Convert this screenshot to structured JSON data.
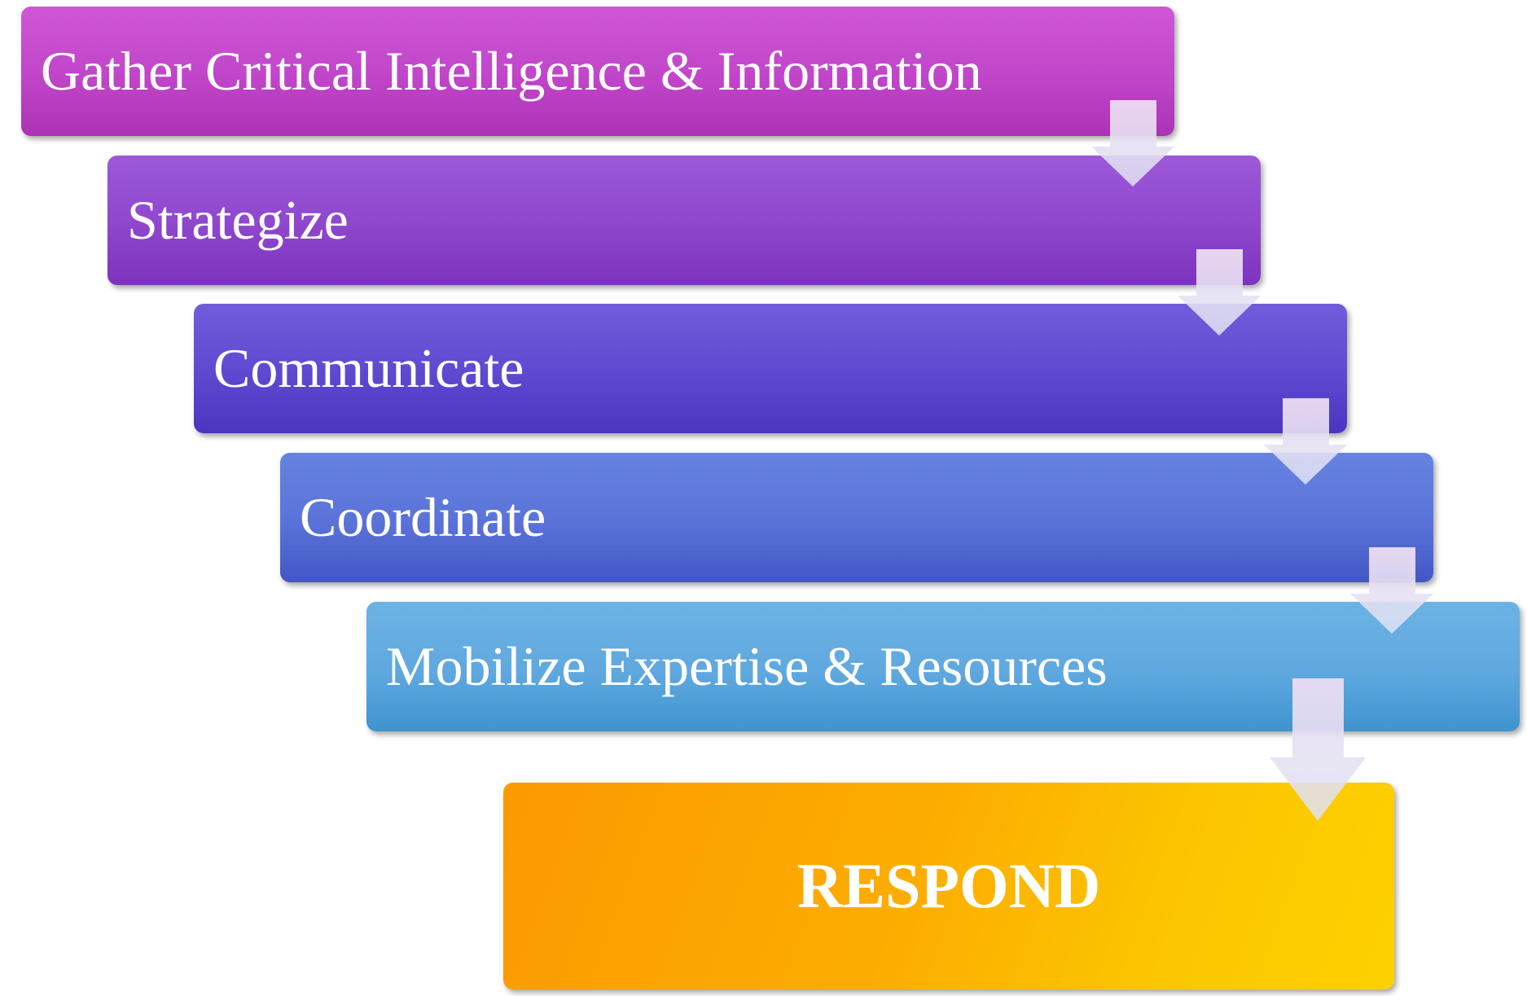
{
  "steps": [
    {
      "label": "Gather Critical Intelligence & Information"
    },
    {
      "label": "Strategize"
    },
    {
      "label": "Communicate"
    },
    {
      "label": "Coordinate"
    },
    {
      "label": "Mobilize Expertise & Resources"
    },
    {
      "label": "RESPOND"
    }
  ],
  "colors": {
    "step1": "#c045c9",
    "step2": "#8e46cd",
    "step3": "#5f48d0",
    "step4": "#5a72d8",
    "step5": "#5fa8df",
    "respond": "#fcac00",
    "connector_arrow": "#e6d4ee"
  },
  "connector": {
    "icon": "down-arrow-icon"
  }
}
